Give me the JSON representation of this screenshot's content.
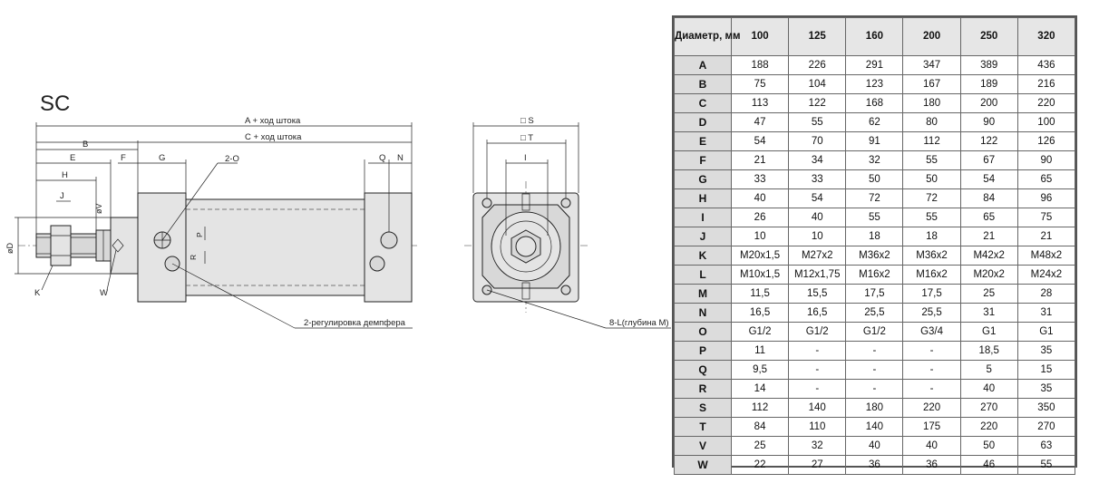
{
  "model": "SC",
  "drawing_labels": {
    "a_dim": "A + ход штока",
    "c_dim": "C + ход штока",
    "b": "B",
    "e": "E",
    "f": "F",
    "g": "G",
    "h": "H",
    "j": "J",
    "v": "øV",
    "d": "øD",
    "k": "K",
    "w": "W",
    "o": "2-O",
    "p": "P",
    "r": "R",
    "q": "Q",
    "n": "N",
    "damper": "2-регулировка демпфера",
    "s": "□ S",
    "t": "□ T",
    "i": "I",
    "l": "8-L(глубина M)"
  },
  "table": {
    "header_label": "Диаметр, мм",
    "diameters": [
      "100",
      "125",
      "160",
      "200",
      "250",
      "320"
    ],
    "rows": [
      {
        "label": "A",
        "values": [
          "188",
          "226",
          "291",
          "347",
          "389",
          "436"
        ]
      },
      {
        "label": "B",
        "values": [
          "75",
          "104",
          "123",
          "167",
          "189",
          "216"
        ]
      },
      {
        "label": "C",
        "values": [
          "113",
          "122",
          "168",
          "180",
          "200",
          "220"
        ]
      },
      {
        "label": "D",
        "values": [
          "47",
          "55",
          "62",
          "80",
          "90",
          "100"
        ]
      },
      {
        "label": "E",
        "values": [
          "54",
          "70",
          "91",
          "112",
          "122",
          "126"
        ]
      },
      {
        "label": "F",
        "values": [
          "21",
          "34",
          "32",
          "55",
          "67",
          "90"
        ]
      },
      {
        "label": "G",
        "values": [
          "33",
          "33",
          "50",
          "50",
          "54",
          "65"
        ]
      },
      {
        "label": "H",
        "values": [
          "40",
          "54",
          "72",
          "72",
          "84",
          "96"
        ]
      },
      {
        "label": "I",
        "values": [
          "26",
          "40",
          "55",
          "55",
          "65",
          "75"
        ]
      },
      {
        "label": "J",
        "values": [
          "10",
          "10",
          "18",
          "18",
          "21",
          "21"
        ]
      },
      {
        "label": "K",
        "values": [
          "M20x1,5",
          "M27x2",
          "M36x2",
          "M36x2",
          "M42x2",
          "M48x2"
        ]
      },
      {
        "label": "L",
        "values": [
          "M10x1,5",
          "M12x1,75",
          "M16x2",
          "M16x2",
          "M20x2",
          "M24x2"
        ]
      },
      {
        "label": "M",
        "values": [
          "11,5",
          "15,5",
          "17,5",
          "17,5",
          "25",
          "28"
        ]
      },
      {
        "label": "N",
        "values": [
          "16,5",
          "16,5",
          "25,5",
          "25,5",
          "31",
          "31"
        ]
      },
      {
        "label": "O",
        "values": [
          "G1/2",
          "G1/2",
          "G1/2",
          "G3/4",
          "G1",
          "G1"
        ]
      },
      {
        "label": "P",
        "values": [
          "11",
          "-",
          "-",
          "-",
          "18,5",
          "35"
        ]
      },
      {
        "label": "Q",
        "values": [
          "9,5",
          "-",
          "-",
          "-",
          "5",
          "15"
        ]
      },
      {
        "label": "R",
        "values": [
          "14",
          "-",
          "-",
          "-",
          "40",
          "35"
        ]
      },
      {
        "label": "S",
        "values": [
          "112",
          "140",
          "180",
          "220",
          "270",
          "350"
        ]
      },
      {
        "label": "T",
        "values": [
          "84",
          "110",
          "140",
          "175",
          "220",
          "270"
        ]
      },
      {
        "label": "V",
        "values": [
          "25",
          "32",
          "40",
          "40",
          "50",
          "63"
        ]
      },
      {
        "label": "W",
        "values": [
          "22",
          "27",
          "36",
          "36",
          "46",
          "55"
        ]
      }
    ]
  }
}
